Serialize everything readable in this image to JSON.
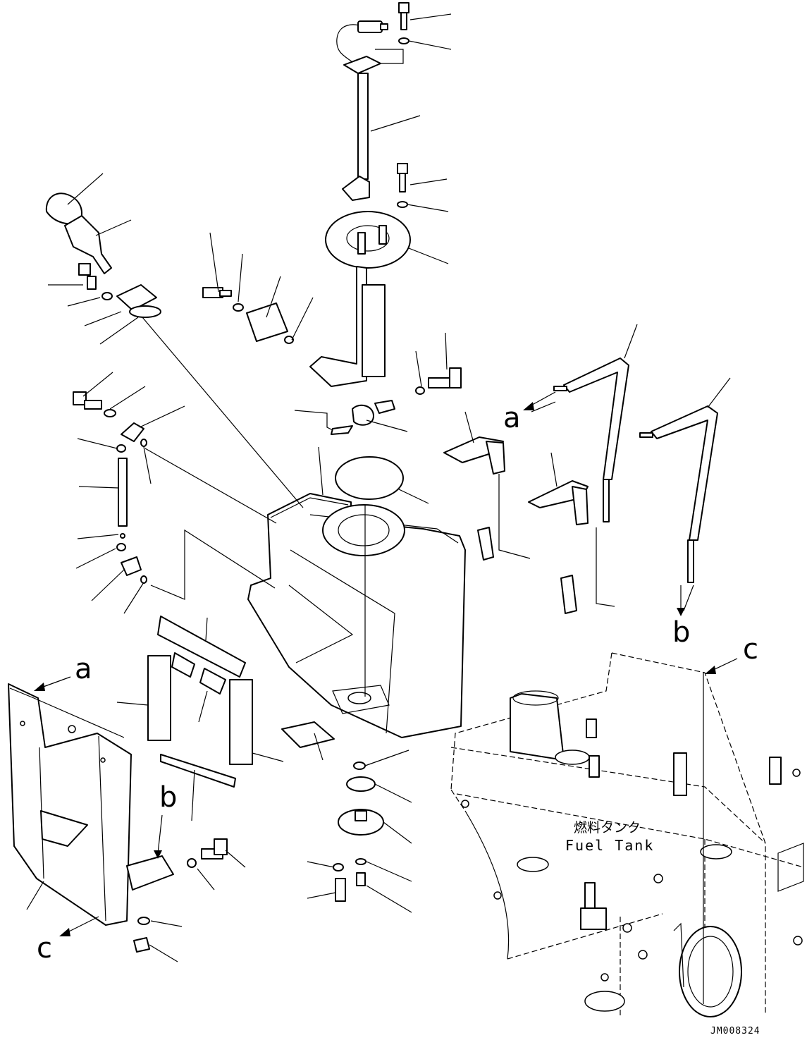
{
  "diagram": {
    "callouts": {
      "a_upper": "a",
      "a_lower": "a",
      "b_upper": "b",
      "b_lower": "b",
      "c_upper": "c",
      "c_lower": "c"
    },
    "frame_label_jp": "燃料タンク",
    "frame_label_en": "Fuel Tank",
    "drawing_code": "JM008324"
  }
}
